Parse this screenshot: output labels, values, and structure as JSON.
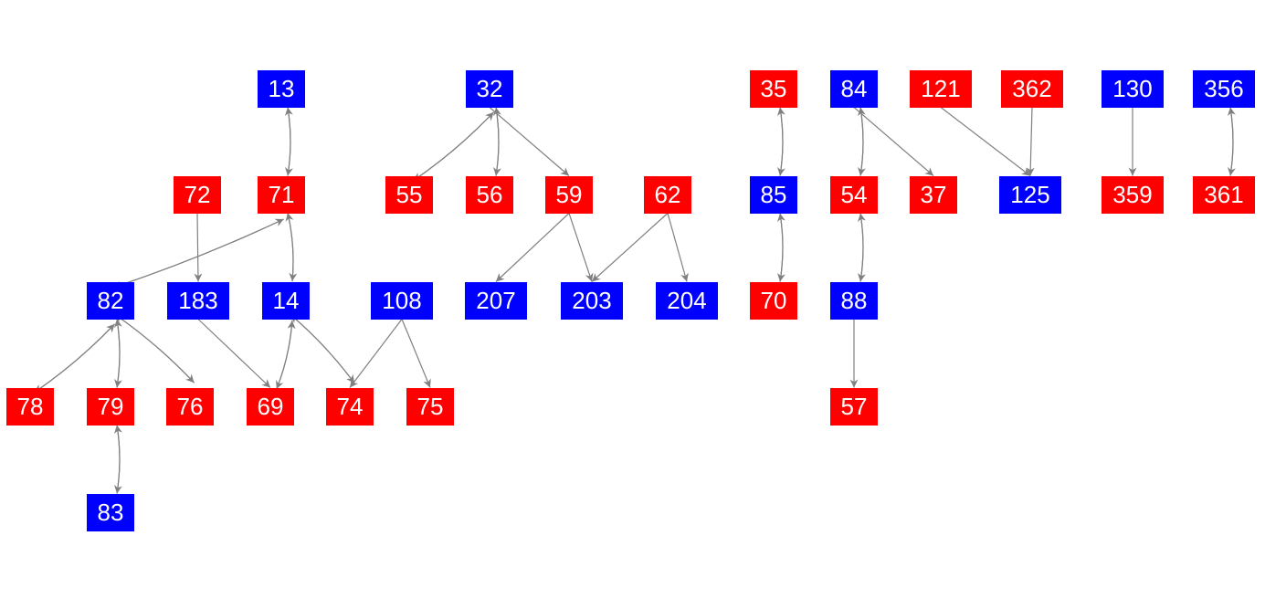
{
  "colors": {
    "red": "#ff0000",
    "blue": "#0000ff",
    "edge": "#808080",
    "text": "#ffffff"
  },
  "nodes": [
    {
      "id": "13",
      "color": "blue"
    },
    {
      "id": "32",
      "color": "blue"
    },
    {
      "id": "35",
      "color": "red"
    },
    {
      "id": "84",
      "color": "blue"
    },
    {
      "id": "121",
      "color": "red"
    },
    {
      "id": "362",
      "color": "red"
    },
    {
      "id": "130",
      "color": "blue"
    },
    {
      "id": "356",
      "color": "blue"
    },
    {
      "id": "72",
      "color": "red"
    },
    {
      "id": "71",
      "color": "red"
    },
    {
      "id": "55",
      "color": "red"
    },
    {
      "id": "56",
      "color": "red"
    },
    {
      "id": "59",
      "color": "red"
    },
    {
      "id": "62",
      "color": "red"
    },
    {
      "id": "85",
      "color": "blue"
    },
    {
      "id": "54",
      "color": "red"
    },
    {
      "id": "37",
      "color": "red"
    },
    {
      "id": "125",
      "color": "blue"
    },
    {
      "id": "359",
      "color": "red"
    },
    {
      "id": "361",
      "color": "red"
    },
    {
      "id": "82",
      "color": "blue"
    },
    {
      "id": "183",
      "color": "blue"
    },
    {
      "id": "14",
      "color": "blue"
    },
    {
      "id": "108",
      "color": "blue"
    },
    {
      "id": "207",
      "color": "blue"
    },
    {
      "id": "203",
      "color": "blue"
    },
    {
      "id": "204",
      "color": "blue"
    },
    {
      "id": "70",
      "color": "red"
    },
    {
      "id": "88",
      "color": "blue"
    },
    {
      "id": "78",
      "color": "red"
    },
    {
      "id": "79",
      "color": "red"
    },
    {
      "id": "76",
      "color": "red"
    },
    {
      "id": "69",
      "color": "red"
    },
    {
      "id": "74",
      "color": "red"
    },
    {
      "id": "75",
      "color": "red"
    },
    {
      "id": "57",
      "color": "red"
    },
    {
      "id": "83",
      "color": "blue"
    }
  ],
  "edges": [
    [
      "13",
      "71"
    ],
    [
      "71",
      "13"
    ],
    [
      "32",
      "55"
    ],
    [
      "55",
      "32"
    ],
    [
      "32",
      "56"
    ],
    [
      "56",
      "32"
    ],
    [
      "32",
      "59"
    ],
    [
      "71",
      "82"
    ],
    [
      "82",
      "71"
    ],
    [
      "72",
      "183"
    ],
    [
      "71",
      "14"
    ],
    [
      "14",
      "71"
    ],
    [
      "59",
      "207"
    ],
    [
      "59",
      "203"
    ],
    [
      "62",
      "203"
    ],
    [
      "62",
      "204"
    ],
    [
      "35",
      "85"
    ],
    [
      "85",
      "35"
    ],
    [
      "85",
      "70"
    ],
    [
      "70",
      "85"
    ],
    [
      "84",
      "54"
    ],
    [
      "54",
      "84"
    ],
    [
      "84",
      "37"
    ],
    [
      "54",
      "88"
    ],
    [
      "88",
      "54"
    ],
    [
      "88",
      "57"
    ],
    [
      "121",
      "125"
    ],
    [
      "362",
      "125"
    ],
    [
      "130",
      "359"
    ],
    [
      "356",
      "361"
    ],
    [
      "361",
      "356"
    ],
    [
      "82",
      "78"
    ],
    [
      "78",
      "82"
    ],
    [
      "82",
      "79"
    ],
    [
      "79",
      "82"
    ],
    [
      "82",
      "76"
    ],
    [
      "76",
      "82"
    ],
    [
      "79",
      "83"
    ],
    [
      "83",
      "79"
    ],
    [
      "183",
      "69"
    ],
    [
      "14",
      "69"
    ],
    [
      "69",
      "14"
    ],
    [
      "14",
      "74"
    ],
    [
      "74",
      "14"
    ],
    [
      "108",
      "74"
    ],
    [
      "108",
      "75"
    ]
  ]
}
